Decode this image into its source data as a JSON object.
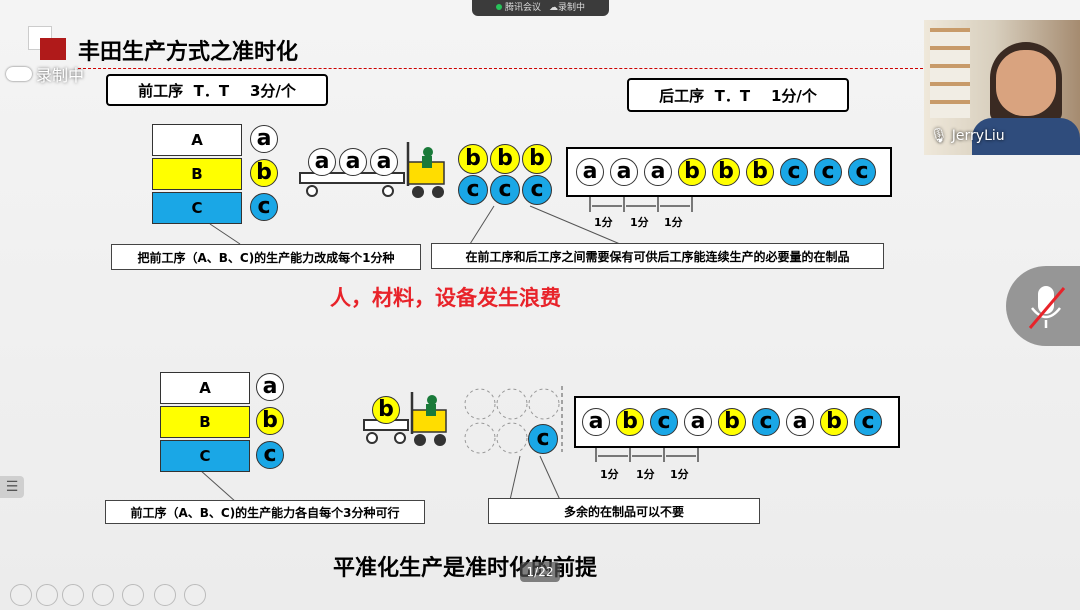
{
  "app": {
    "meeting": "腾讯会议",
    "recording": "录制中"
  },
  "slide": {
    "title": "丰田生产方式之准时化",
    "upstream_tt": "前工序  T．T    3分/个",
    "downstream_tt": "后工序  T．T    1分/个",
    "rows": [
      "A",
      "B",
      "C"
    ],
    "row_letters": [
      "a",
      "b",
      "c"
    ],
    "waiting_b": [
      "b",
      "b",
      "b"
    ],
    "waiting_c": [
      "c",
      "c",
      "c"
    ],
    "cart_top": [
      "a",
      "a",
      "a"
    ],
    "seq_top": [
      "a",
      "a",
      "a",
      "b",
      "b",
      "b",
      "c",
      "c",
      "c"
    ],
    "seq_bottom": [
      "a",
      "b",
      "c",
      "a",
      "b",
      "c",
      "a",
      "b",
      "c"
    ],
    "cart_bottom": "b",
    "extra_c": "c",
    "unit": "1分",
    "note1": "把前工序（A、B、C)的生产能力改成每个1分种",
    "note2": "在前工序和后工序之间需要保有可供后工序能连续生产的必要量的在制品",
    "waste": "人，材料，设备发生浪费",
    "note3": "前工序（A、B、C)的生产能力各自每个3分种可行",
    "note4": "多余的在制品可以不要",
    "conclusion": "平准化生产是准时化的前提"
  },
  "video": {
    "name": "JerryLiu"
  },
  "page_indicator": "1/22",
  "colors": {
    "a": "#ffffff",
    "b": "#ffff00",
    "c": "#1aa7e6",
    "accent": "#e8232a"
  }
}
